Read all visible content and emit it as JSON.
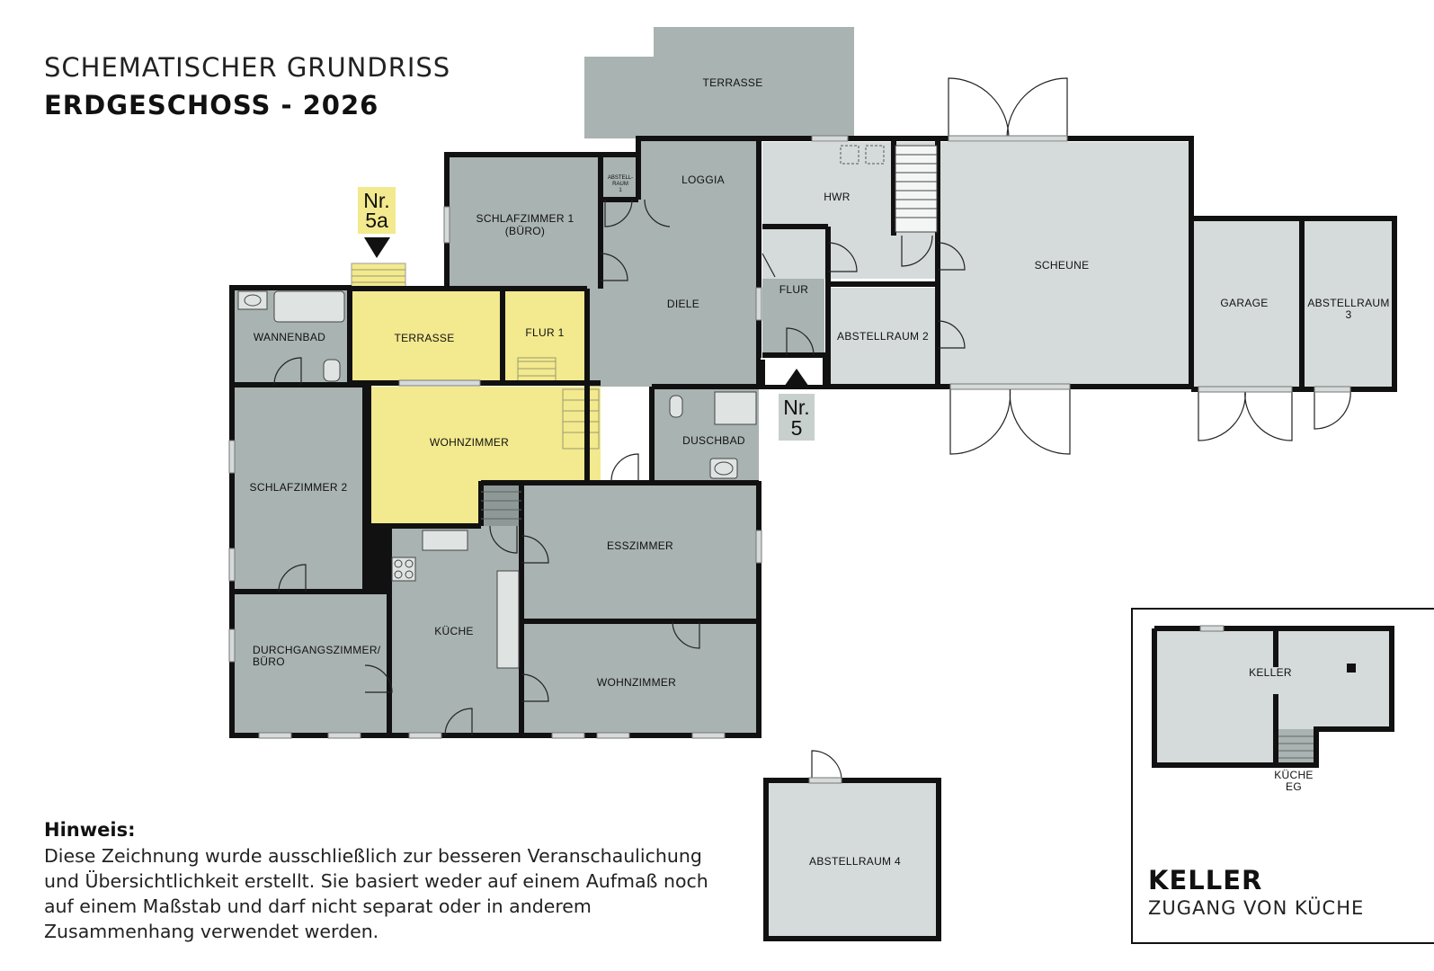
{
  "title": {
    "subtitle": "SCHEMATISCHER GRUNDRISS",
    "main": "ERDGESCHOSS - 2026"
  },
  "rooms": {
    "terrasse_top": "TERRASSE",
    "schlafzimmer1_a": "SCHLAFZIMMER 1",
    "schlafzimmer1_b": "(BÜRO)",
    "abstellraum1_a": "ABSTELL-",
    "abstellraum1_b": "RAUM",
    "abstellraum1_c": "1",
    "loggia": "LOGGIA",
    "hwr": "HWR",
    "scheune": "SCHEUNE",
    "garage": "GARAGE",
    "abstellraum3_a": "ABSTELLRAUM",
    "abstellraum3_b": "3",
    "wannenbad": "WANNENBAD",
    "terrasse_yellow": "TERRASSE",
    "flur1": "FLUR 1",
    "diele": "DIELE",
    "flur": "FLUR",
    "abstellraum2": "ABSTELLRAUM 2",
    "duschbad": "DUSCHBAD",
    "wohnzimmer_yellow": "WOHNZIMMER",
    "schlafzimmer2": "SCHLAFZIMMER 2",
    "esszimmer": "ESSZIMMER",
    "kueche": "KÜCHE",
    "durchgang_a": "DURCHGANGSZIMMER/",
    "durchgang_b": "BÜRO",
    "wohnzimmer": "WOHNZIMMER",
    "abstellraum4": "ABSTELLRAUM 4"
  },
  "markers": {
    "nr5a_line1": "Nr.",
    "nr5a_line2": "5a",
    "nr5_line1": "Nr.",
    "nr5_line2": "5"
  },
  "keller": {
    "room": "KELLER",
    "stair_a": "KÜCHE",
    "stair_b": "EG",
    "title": "KELLER",
    "subtitle": "ZUGANG VON KÜCHE"
  },
  "note": {
    "heading": "Hinweis:",
    "body": "Diese Zeichnung wurde ausschließlich zur besseren Veranschaulichung und Übersichtlichkeit erstellt. Sie basiert weder auf einem Aufmaß noch auf einem Maßstab und darf nicht separat oder in anderem Zusammenhang verwendet werden."
  },
  "colors": {
    "room_dark": "#a9b3b1",
    "room_light": "#d5dbda",
    "highlight": "#f3e98e",
    "wall": "#111111"
  }
}
